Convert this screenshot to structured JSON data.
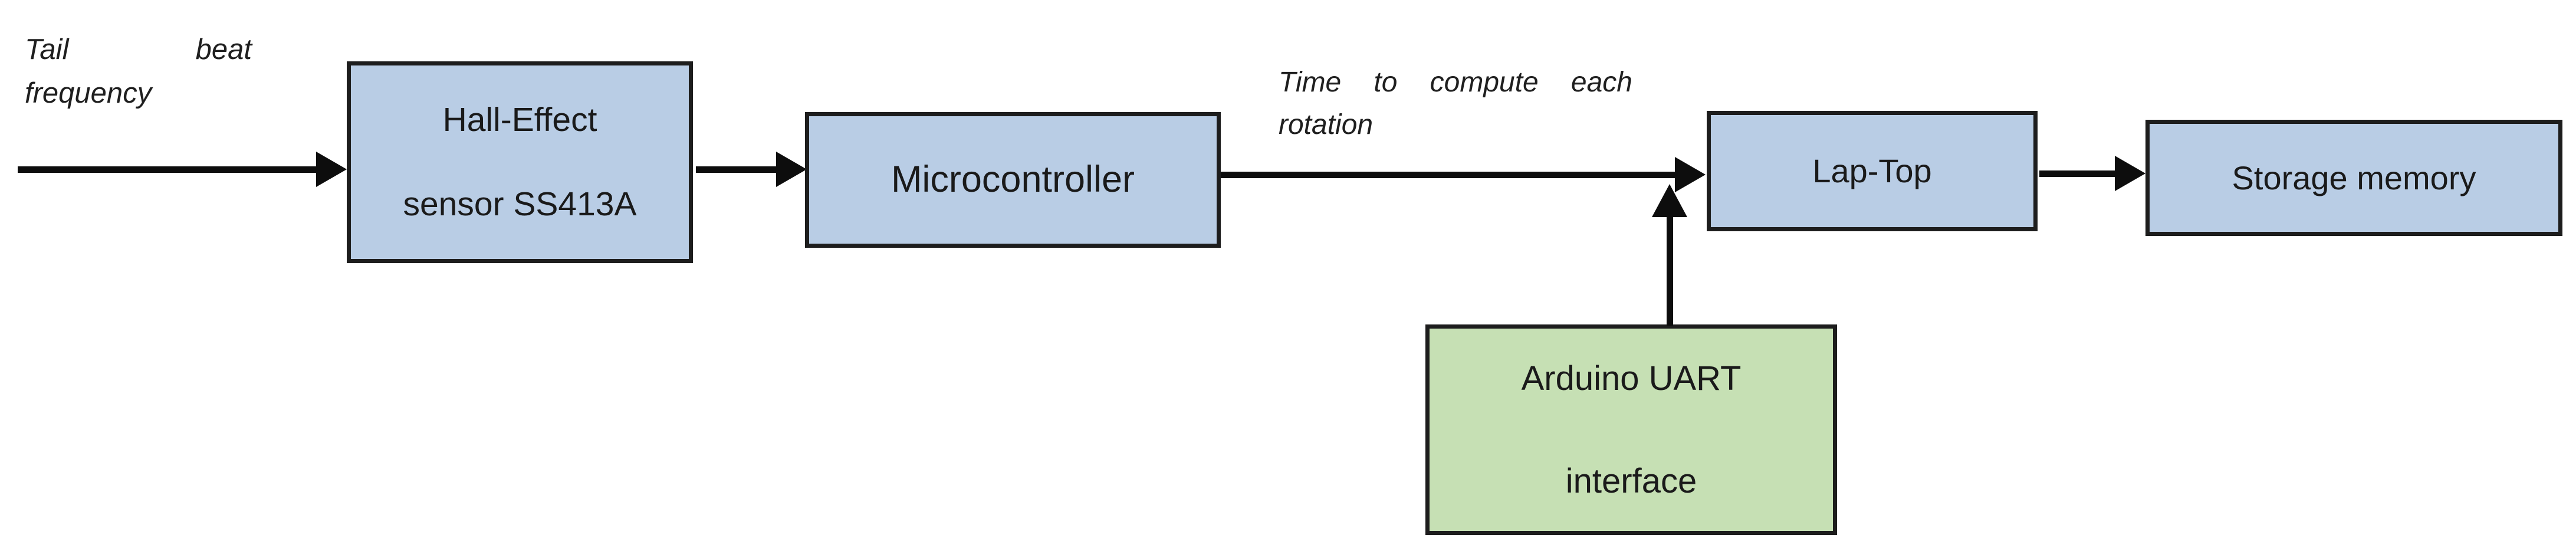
{
  "diagram": {
    "colors": {
      "box_blue": "#b9cde5",
      "box_green": "#c6e0b4",
      "border": "#1d1d1d",
      "arrow": "#0d0d0d",
      "background": "#ffffff"
    },
    "labels": {
      "tail": {
        "line1": "Tail beat",
        "line2": "frequency"
      },
      "time": {
        "line1": "Time to compute each",
        "line2": "rotation"
      }
    },
    "boxes": {
      "hall": {
        "line1": "Hall-Effect",
        "line2": "sensor SS413A"
      },
      "micro": {
        "line1": "Microcontroller"
      },
      "laptop": {
        "line1": "Lap-Top"
      },
      "storage": {
        "line1": "Storage memory"
      },
      "arduino": {
        "line1": "Arduino UART",
        "line2": "interface"
      }
    },
    "edges": [
      {
        "from": "tail-beat-frequency-input",
        "to": "hall"
      },
      {
        "from": "hall",
        "to": "micro"
      },
      {
        "from": "micro",
        "to": "laptop",
        "label": "Time to compute each rotation"
      },
      {
        "from": "laptop",
        "to": "storage"
      },
      {
        "from": "arduino",
        "to": "micro-laptop-link"
      }
    ]
  }
}
